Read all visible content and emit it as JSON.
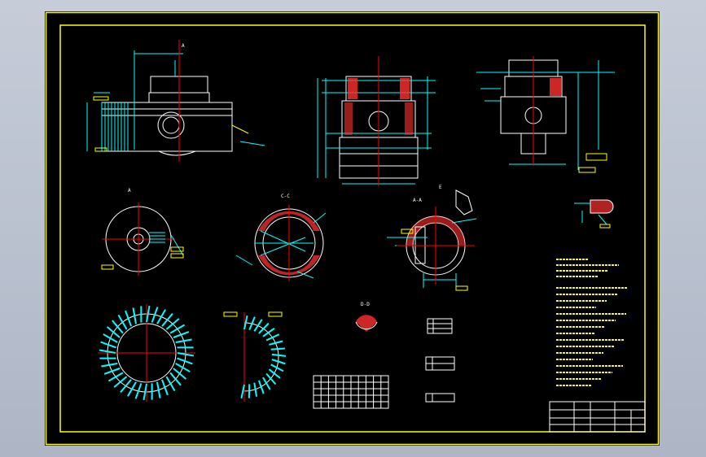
{
  "drawing": {
    "title": "",
    "colors": {
      "background": "#000000",
      "frame": "#ffff00",
      "geometry": "#ffffff",
      "dimension": "#00ffff",
      "annotation": "#ffff00",
      "hatch": "#ff3030",
      "centerline": "#ff0000"
    },
    "views": {
      "view_a_label": "A",
      "view_c_label": "C-C",
      "view_aa_label": "A-A",
      "view_e_label": "E",
      "view_dd_label": "D-D",
      "view_detail_label": "A"
    },
    "tables": {
      "table1_title": "",
      "table2_title": "",
      "table3_title": "",
      "table4_title": ""
    }
  }
}
